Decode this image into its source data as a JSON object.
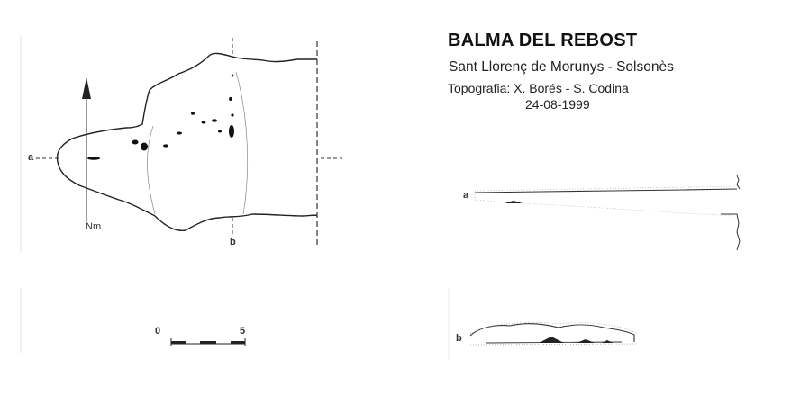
{
  "header": {
    "title": "BALMA DEL REBOST",
    "location": "Sant Llorenç de Morunys - Solsonès",
    "surveyors": "Topografia: X. Borés - S. Codina",
    "date": "24-08-1999"
  },
  "plan": {
    "north_label": "Nm",
    "section_a_label": "a",
    "section_b_label": "b"
  },
  "scale_bar": {
    "start_label": "0",
    "end_label": "5"
  },
  "profile_a": {
    "label": "a"
  },
  "profile_b": {
    "label": "b"
  }
}
